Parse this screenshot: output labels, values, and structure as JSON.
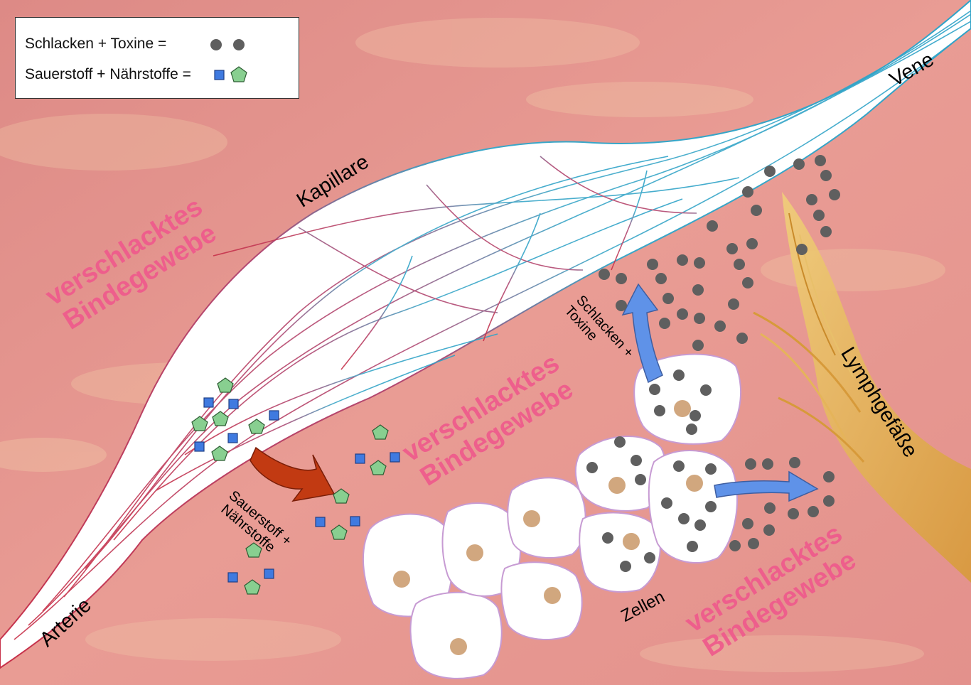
{
  "legend": {
    "waste_label": "Schlacken + Toxine =",
    "nutrient_label": "Sauerstoff + Nährstoffe =",
    "waste_icon": "grey-dot-icon",
    "nutrient_icons": [
      "blue-square-icon",
      "green-pentagon-icon"
    ]
  },
  "labels": {
    "vene": "Vene",
    "kapillare": "Kapillare",
    "arterie": "Arterie",
    "lymph": "Lymphgefäße",
    "zellen": "Zellen",
    "waste_arrow_line1": "Schlacken +",
    "waste_arrow_line2": "Toxine",
    "nutrient_arrow_line1": "Sauerstoff +",
    "nutrient_arrow_line2": "Nährstoffe"
  },
  "tissue_label": {
    "line1": "verschlacktes",
    "line2": "Bindegewebe"
  },
  "colors": {
    "tissue_text": "#ef5a8c",
    "waste_dot": "#5f5f5f",
    "nutrient_square": "#3f7ae0",
    "nutrient_pentagon": "#88cf90",
    "arterial_red": "#c8324a",
    "venous_blue": "#2ea3c8",
    "lymph_yellow": "#e8b85a",
    "arrow_red": "#c23a12",
    "arrow_blue": "#5f92e8",
    "cell_nucleus": "#c99868"
  }
}
